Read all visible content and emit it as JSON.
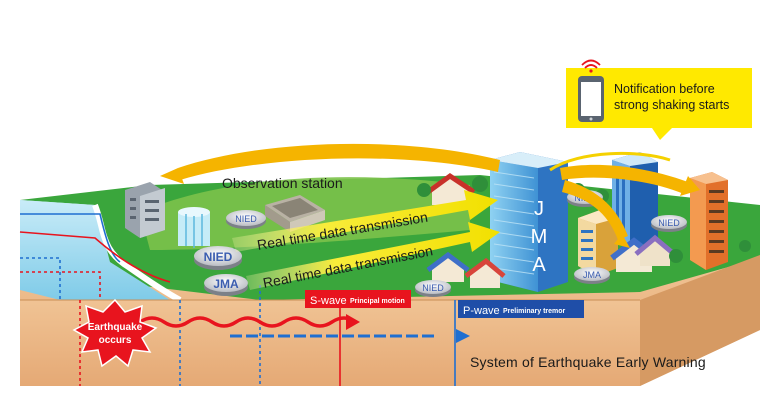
{
  "notification": {
    "text_line1": "Notification before",
    "text_line2": "strong shaking starts"
  },
  "labels": {
    "observation_station": "Observation station",
    "transmission_1": "Real time data transmission",
    "transmission_2": "Real time data transmission",
    "jma_tower_letters": [
      "J",
      "M",
      "A"
    ],
    "earthquake_line1": "Earthquake",
    "earthquake_line2": "occurs",
    "s_wave": "S-wave",
    "s_wave_sub": "Principal motion",
    "p_wave": "P-wave",
    "p_wave_sub": "Preliminary tremor"
  },
  "stations": {
    "nied_1": "NIED",
    "nied_2": "NIED",
    "jma_1": "JMA",
    "nied_3": "NIED",
    "nied_4": "NIED",
    "nied_5": "NIED",
    "jma_2": "JMA"
  },
  "caption": "System of Earthquake Early Warning",
  "colors": {
    "ground_green": "#3aa63c",
    "ground_soil": "#e8b07a",
    "arrow_yellow": "#f5e400",
    "s_wave_red": "#e8141e",
    "p_wave_blue": "#1f6fd1",
    "station_blue": "#3b5db0",
    "callout_yellow": "#ffe900"
  },
  "icons": [
    "smartphone-icon",
    "signal-icon",
    "station-disc-icon",
    "building-icon",
    "house-icon",
    "tree-icon",
    "burst-icon"
  ]
}
